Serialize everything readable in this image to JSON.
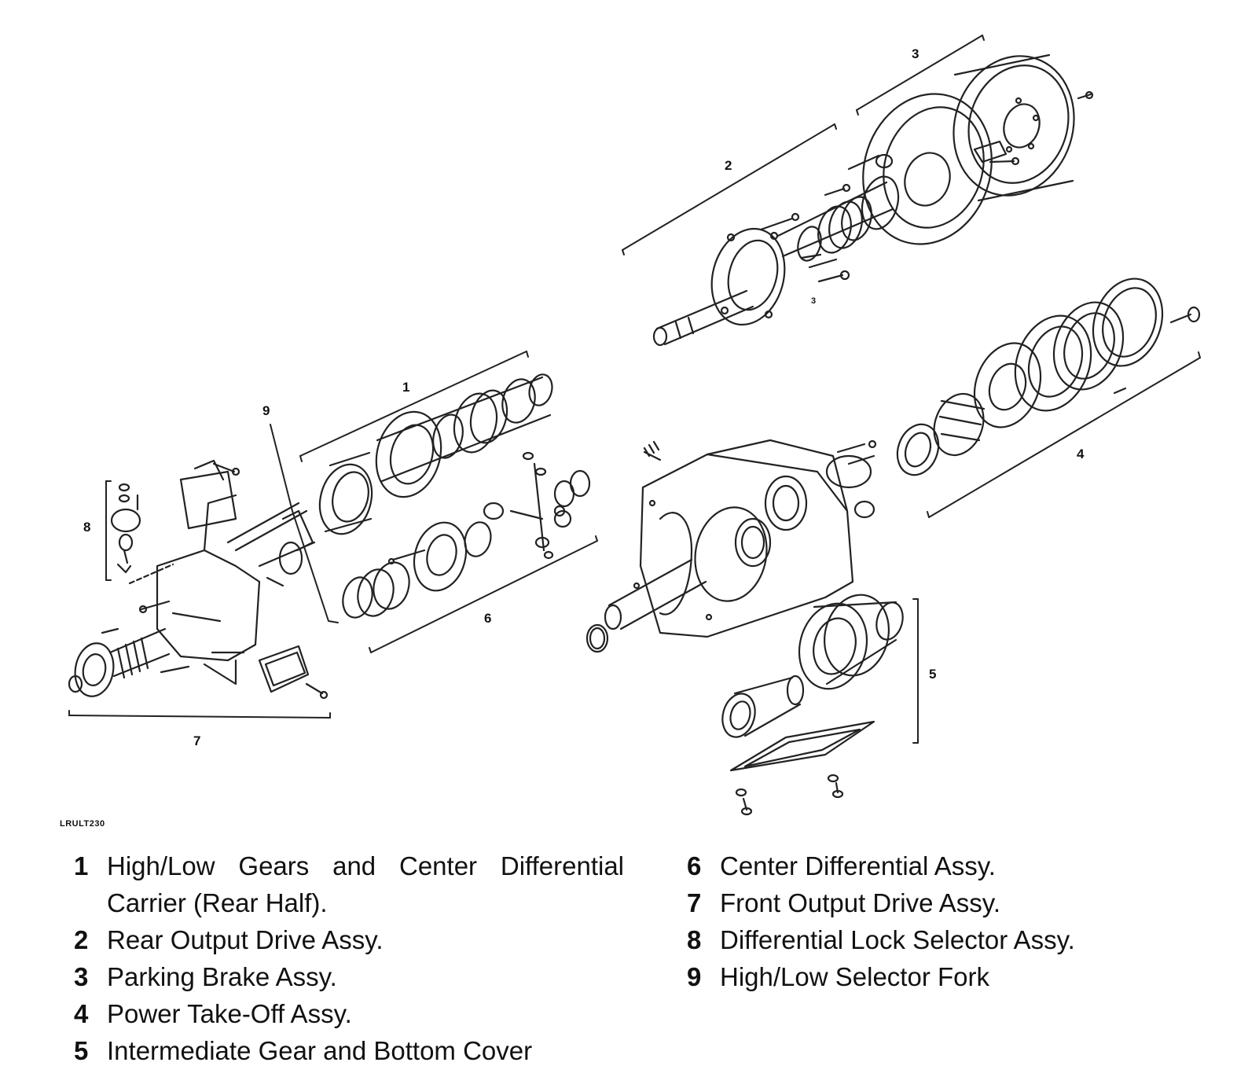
{
  "figure_code": "LRULT230",
  "callouts": [
    "1",
    "2",
    "3",
    "4",
    "5",
    "6",
    "7",
    "8",
    "9",
    "3"
  ],
  "legend": {
    "left": [
      {
        "num": "1",
        "text": "High/Low Gears and Center Differential Carrier (Rear Half)."
      },
      {
        "num": "2",
        "text": "Rear Output Drive Assy."
      },
      {
        "num": "3",
        "text": "Parking Brake Assy."
      },
      {
        "num": "4",
        "text": "Power Take-Off Assy."
      },
      {
        "num": "5",
        "text": "Intermediate Gear and Bottom Cover"
      }
    ],
    "right": [
      {
        "num": "6",
        "text": "Center Differential Assy."
      },
      {
        "num": "7",
        "text": "Front Output Drive Assy."
      },
      {
        "num": "8",
        "text": "Differential Lock Selector Assy."
      },
      {
        "num": "9",
        "text": "High/Low Selector Fork"
      }
    ]
  }
}
